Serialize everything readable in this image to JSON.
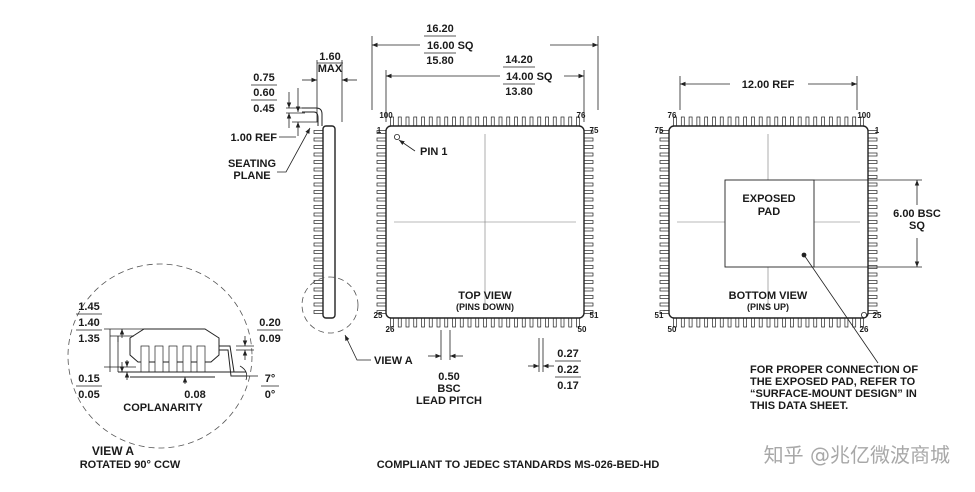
{
  "side_view": {
    "height_max": [
      "1.60",
      "MAX"
    ],
    "standoff": [
      "0.75",
      "0.60",
      "0.45"
    ],
    "foot_ref": "1.00 REF",
    "seating_plane": [
      "SEATING",
      "PLANE"
    ],
    "view_a_callout": "VIEW A"
  },
  "top_view": {
    "outer_dims": [
      "16.20",
      "16.00 SQ",
      "15.80"
    ],
    "body_dims": [
      "14.20",
      "14.00 SQ",
      "13.80"
    ],
    "pin1_label": "PIN 1",
    "title": "TOP VIEW",
    "subtitle": "(PINS DOWN)",
    "pin_numbers": {
      "p100": "100",
      "p76": "76",
      "p1": "1",
      "p75": "75",
      "p25": "25",
      "p51": "51",
      "p26": "26",
      "p50": "50"
    },
    "lead_pitch": [
      "0.50",
      "BSC",
      "LEAD PITCH"
    ],
    "lead_width": [
      "0.27",
      "0.22",
      "0.17"
    ]
  },
  "bottom_view": {
    "ref_dim": "12.00 REF",
    "pad_label": [
      "EXPOSED",
      "PAD"
    ],
    "pad_dim": [
      "6.00 BSC",
      "SQ"
    ],
    "title": "BOTTOM VIEW",
    "subtitle": "(PINS UP)",
    "pin_numbers": {
      "p76": "76",
      "p100": "100",
      "p75": "75",
      "p1": "1",
      "p51": "51",
      "p25": "25",
      "p50": "50",
      "p26": "26"
    },
    "note": [
      "FOR PROPER CONNECTION OF",
      "THE EXPOSED PAD, REFER TO",
      "“SURFACE-MOUNT DESIGN” IN",
      "THIS DATA SHEET."
    ]
  },
  "view_a": {
    "height": [
      "1.45",
      "1.40",
      "1.35"
    ],
    "standoff": [
      "0.15",
      "0.05"
    ],
    "lead_thickness": [
      "0.20",
      "0.09"
    ],
    "angle": [
      "7°",
      "0°"
    ],
    "coplanarity": [
      "0.08",
      "COPLANARITY"
    ],
    "title": "VIEW A",
    "subtitle": "ROTATED 90° CCW"
  },
  "footer": "COMPLIANT TO JEDEC STANDARDS MS-026-BED-HD",
  "watermark": "知乎 @兆亿微波商城"
}
